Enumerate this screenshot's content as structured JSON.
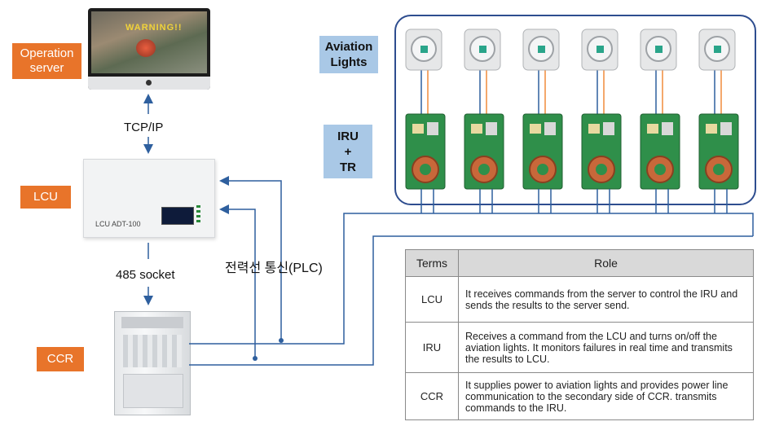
{
  "labels": {
    "operation_server": "Operation server",
    "lcu": "LCU",
    "ccr": "CCR",
    "aviation_lights": "Aviation Lights",
    "iru_tr": "IRU\n+\nTR",
    "tcp_ip": "TCP/IP",
    "socket_485": "485 socket",
    "plc": "전력선 통신(PLC)",
    "lcu_model": "LCU ADT-100",
    "warning": "WARNING!!"
  },
  "table": {
    "headers": [
      "Terms",
      "Role"
    ],
    "rows": [
      {
        "term": "LCU",
        "role": "It receives commands from the server to control the IRU and sends the results to the server send."
      },
      {
        "term": "IRU",
        "role": "Receives a command from the LCU and turns on/off the aviation lights. It monitors failures in real time and transmits the results to LCU."
      },
      {
        "term": "CCR",
        "role": "It supplies power to aviation lights and provides power line communication to the secondary side of CCR. transmits commands to the IRU."
      }
    ]
  },
  "colors": {
    "accent_orange": "#e8742a",
    "label_blue": "#a9c8e6",
    "line_blue": "#2e5f9e",
    "light_wire": "#f08a3a"
  },
  "units": {
    "count": 6,
    "light_icon": "aviation-light-icon",
    "board_icon": "iru-board-icon"
  }
}
